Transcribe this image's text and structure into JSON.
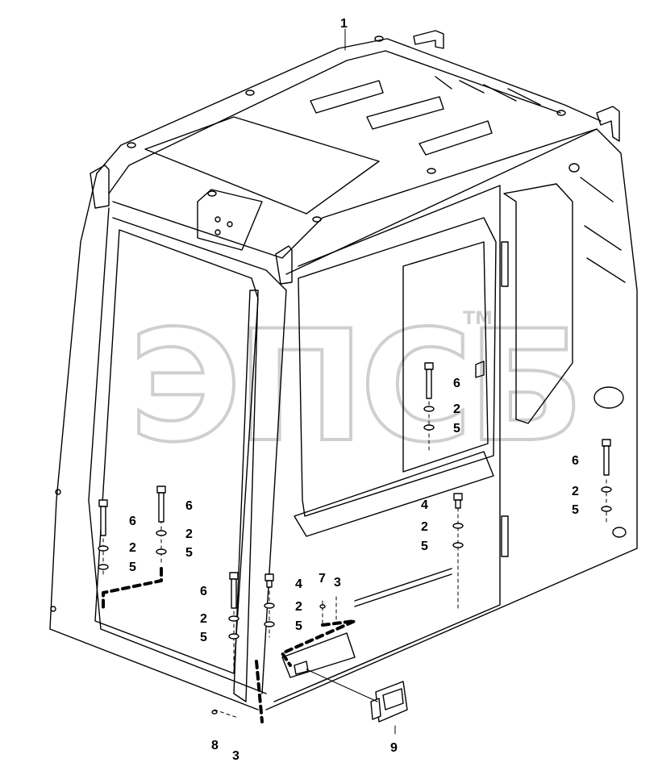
{
  "watermark": {
    "text": "ЭПСБ",
    "trademark": "TM"
  },
  "callouts": [
    {
      "id": "c1",
      "label": "1"
    },
    {
      "id": "c6a",
      "label": "6"
    },
    {
      "id": "c2a",
      "label": "2"
    },
    {
      "id": "c5a",
      "label": "5"
    },
    {
      "id": "c6b",
      "label": "6"
    },
    {
      "id": "c2b",
      "label": "2"
    },
    {
      "id": "c5b",
      "label": "5"
    },
    {
      "id": "c6c",
      "label": "6"
    },
    {
      "id": "c2c",
      "label": "2"
    },
    {
      "id": "c5c",
      "label": "5"
    },
    {
      "id": "c6d",
      "label": "6"
    },
    {
      "id": "c2d",
      "label": "2"
    },
    {
      "id": "c5d",
      "label": "5"
    },
    {
      "id": "c6e",
      "label": "6"
    },
    {
      "id": "c2e",
      "label": "2"
    },
    {
      "id": "c5e",
      "label": "5"
    },
    {
      "id": "c4a",
      "label": "4"
    },
    {
      "id": "c2f",
      "label": "2"
    },
    {
      "id": "c5f",
      "label": "5"
    },
    {
      "id": "c4b",
      "label": "4"
    },
    {
      "id": "c2g",
      "label": "2"
    },
    {
      "id": "c5g",
      "label": "5"
    },
    {
      "id": "c7",
      "label": "7"
    },
    {
      "id": "c3a",
      "label": "3"
    },
    {
      "id": "c8",
      "label": "8"
    },
    {
      "id": "c3b",
      "label": "3"
    },
    {
      "id": "c9",
      "label": "9"
    }
  ]
}
